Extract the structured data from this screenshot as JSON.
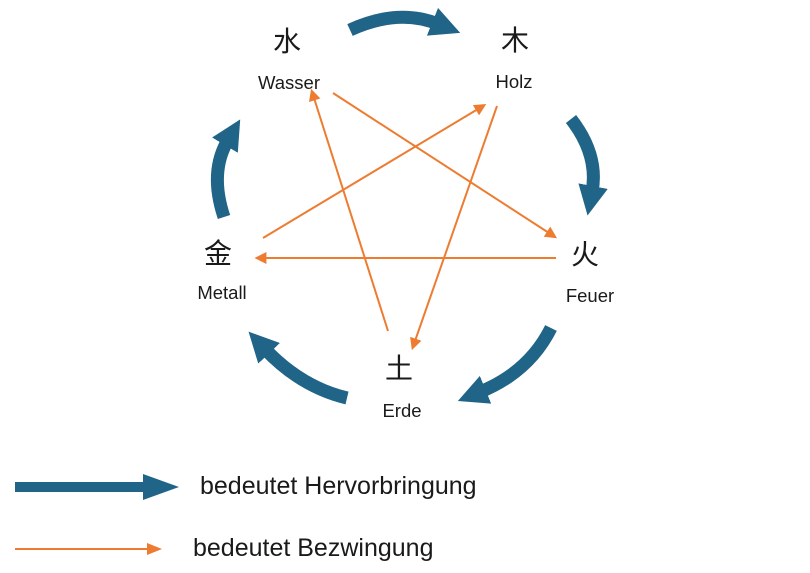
{
  "diagram": {
    "elements": [
      {
        "id": "wasser",
        "hanzi": "水",
        "label": "Wasser"
      },
      {
        "id": "holz",
        "hanzi": "木",
        "label": "Holz"
      },
      {
        "id": "feuer",
        "hanzi": "火",
        "label": "Feuer"
      },
      {
        "id": "erde",
        "hanzi": "土",
        "label": "Erde"
      },
      {
        "id": "metall",
        "hanzi": "金",
        "label": "Metall"
      }
    ],
    "generating_cycle": [
      {
        "from": "Wasser",
        "to": "Holz"
      },
      {
        "from": "Holz",
        "to": "Feuer"
      },
      {
        "from": "Feuer",
        "to": "Erde"
      },
      {
        "from": "Erde",
        "to": "Metall"
      },
      {
        "from": "Metall",
        "to": "Wasser"
      }
    ],
    "overcoming_cycle": [
      {
        "from": "Wasser",
        "to": "Feuer"
      },
      {
        "from": "Feuer",
        "to": "Metall"
      },
      {
        "from": "Metall",
        "to": "Holz"
      },
      {
        "from": "Holz",
        "to": "Erde"
      },
      {
        "from": "Erde",
        "to": "Wasser"
      }
    ]
  },
  "legend": {
    "generating_label": "bedeutet Hervorbringung",
    "overcoming_label": "bedeutet Bezwingung"
  },
  "colors": {
    "generating": "#206587",
    "overcoming": "#ED7C31",
    "text": "#1a1a1a"
  }
}
